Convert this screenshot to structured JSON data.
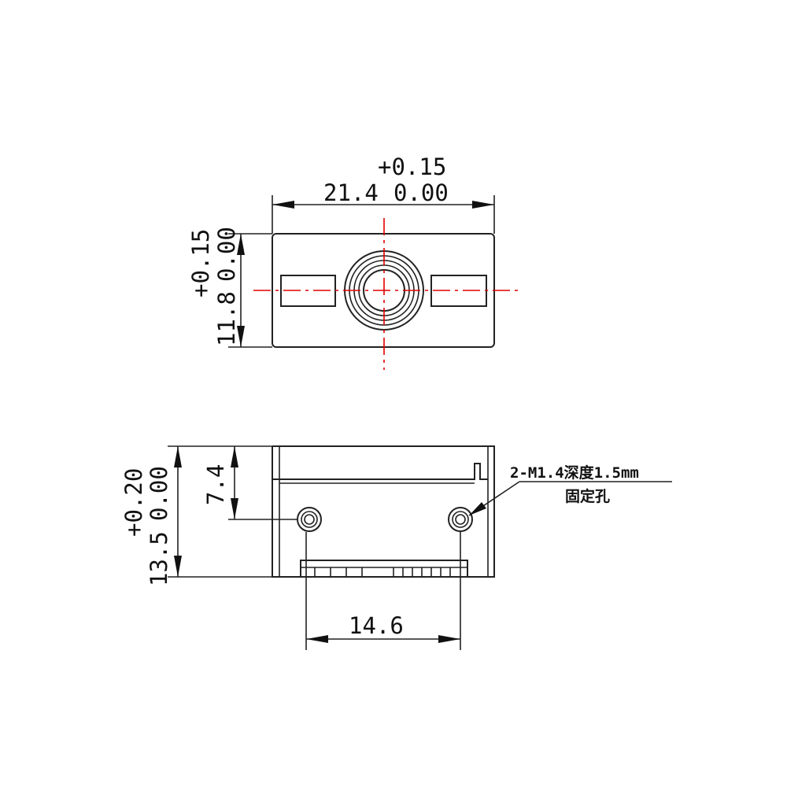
{
  "top_view": {
    "width_dim": {
      "nominal": "21.4",
      "tol_upper": "+0.15",
      "tol_lower": "0.00"
    },
    "height_dim": {
      "nominal": "11.8",
      "tol_upper": "+0.15",
      "tol_lower": "0.00"
    }
  },
  "side_view": {
    "height_dim": {
      "nominal": "13.5",
      "tol_upper": "+0.20",
      "tol_lower": "0.00"
    },
    "hole_offset_dim": "7.4",
    "hole_spacing_dim": "14.6",
    "hole_note": {
      "line1": "2-M1.4深度1.5mm",
      "line2": "固定孔"
    }
  },
  "colors": {
    "line": "#222222",
    "centerline": "#e00000"
  }
}
